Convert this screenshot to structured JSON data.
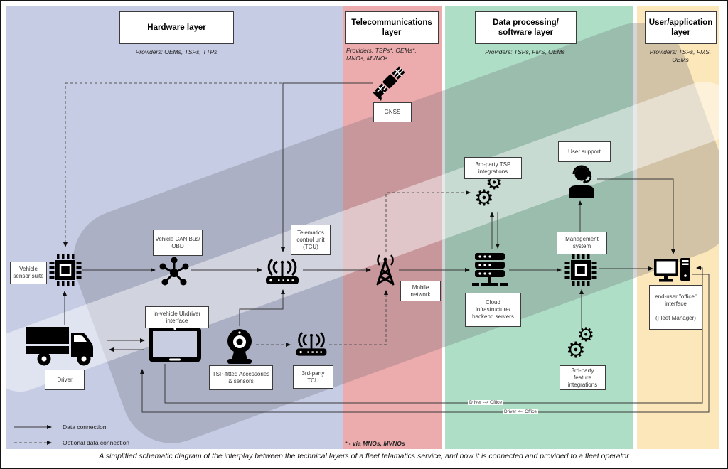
{
  "layers": [
    {
      "title": "Hardware layer",
      "providers": "Providers: OEMs, TSPs, TTPs",
      "color": "#c6cce4"
    },
    {
      "title": "Telecommunications\nlayer",
      "providers": "Providers: TSPs*, OEMs*,\nMNOs, MVNOs",
      "color": "#ecabac"
    },
    {
      "title": "Data processing/\nsoftware layer",
      "providers": "Providers: TSPs, FMS, OEMs",
      "color": "#aedec5"
    },
    {
      "title": "User/application\nlayer",
      "providers": "Providers: TSPs, FMS, OEMs",
      "color": "#fbe7ba"
    }
  ],
  "nodes": {
    "sensor_suite": "Vehicle\nsensor suite",
    "can_bus": "Vehicle CAN Bus/\nOBD",
    "tcu": "Telematics\ncontrol unit\n(TCU)",
    "gnss": "GNSS",
    "mobile_network": "Mobile\nnetwork",
    "cloud": "Cloud\ninfrastructure/\nbackend servers",
    "tsp_integrations": "3rd-party TSP\nintegrations",
    "user_support": "User support",
    "management": "Management\nsystem",
    "office": "end-user \"office\"\ninterface\n\n(Fleet Manager)",
    "feature_integrations": "3rd-party\nfeature\nintegrations",
    "in_vehicle_ui": "in-vehicle UI/driver\ninterface",
    "driver": "Driver",
    "tsp_accessories": "TSP-fitted Accessories\n& sensors",
    "third_party_tcu": "3rd-party\nTCU"
  },
  "icons": {
    "gnss": "satellite-icon",
    "sensor_suite": "cpu-chip-icon",
    "can_bus": "hub-node-icon",
    "tcu": "wifi-router-icon",
    "mobile_network": "radio-tower-icon",
    "cloud": "server-stack-icon",
    "tsp_integrations": "gears-icon",
    "user_support": "headset-person-icon",
    "management": "cpu-chip-icon",
    "feature_integrations": "gears-icon",
    "office": "desktop-computer-icon",
    "driver": "truck-icon",
    "in_vehicle_ui": "tablet-icon",
    "tsp_accessories": "webcam-icon",
    "third_party_tcu": "wifi-router-icon"
  },
  "flow_labels": {
    "driver_to_office": "Driver --> Office",
    "office_to_driver": "Driver <-- Office"
  },
  "legend": {
    "solid": "Data connection",
    "dashed": "Optional data connection"
  },
  "footnote": "* - via MNOs, MVNOs",
  "caption": "A simplified schematic diagram of the interplay between the technical layers of a fleet telamatics service, and how it is connected and provided to a fleet operator"
}
